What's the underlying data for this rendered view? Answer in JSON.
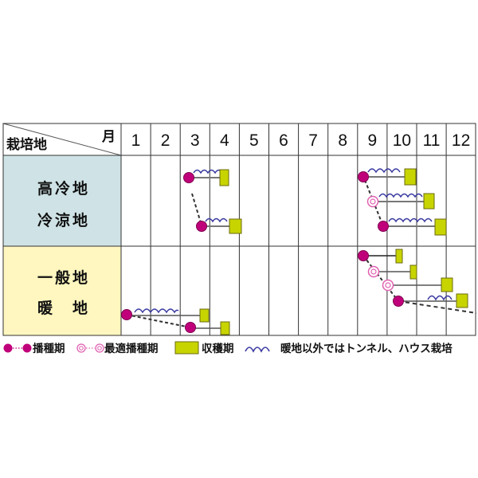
{
  "header": {
    "corner_left": "栽培地",
    "corner_right": "月",
    "months": [
      "1",
      "2",
      "3",
      "4",
      "5",
      "6",
      "7",
      "8",
      "9",
      "10",
      "11",
      "12"
    ]
  },
  "regions": [
    {
      "lines": [
        "高冷地",
        "冷涼地"
      ],
      "bg": "#cfe3e6"
    },
    {
      "lines": [
        "一般地",
        "暖　地"
      ],
      "bg": "#fff7bf"
    }
  ],
  "legend": {
    "sowing": "播種期",
    "optimal_sowing": "最適播種期",
    "harvest": "収穫期",
    "tunnel": "暖地以外ではトンネル、ハウス栽培"
  },
  "colors": {
    "sowing": "#c0007a",
    "optimal_sowing": "#e060b0",
    "harvest": "#c8d400",
    "harvest_border": "#6b6b10",
    "tunnel": "#3a3aa0",
    "line": "#777777",
    "grid": "#333333"
  },
  "chart_data": {
    "type": "table",
    "title": "栽培カレンダー",
    "columns": [
      "1",
      "2",
      "3",
      "4",
      "5",
      "6",
      "7",
      "8",
      "9",
      "10",
      "11",
      "12"
    ],
    "x_unit": "月",
    "rows": [
      {
        "region": "高冷地・冷涼地",
        "entries": [
          {
            "sowing": "3月上旬",
            "sowing_type": "播種期",
            "tunnel": "3月上旬〜4月上旬",
            "harvest": "4月上旬〜中旬"
          },
          {
            "sowing": "3月中旬",
            "sowing_type": "播種期",
            "tunnel": "3月中旬〜4月中旬",
            "harvest": "4月中旬〜下旬"
          },
          {
            "sowing": "9月上旬",
            "sowing_type": "播種期",
            "tunnel": "9月上旬〜10月上旬",
            "harvest": "10月上旬〜中旬"
          },
          {
            "sowing": "9月中旬",
            "sowing_type": "最適播種期",
            "tunnel": "9月中旬〜11月上旬",
            "harvest": "11月上旬〜中旬"
          },
          {
            "sowing": "9月下旬",
            "sowing_type": "播種期",
            "tunnel": "9月下旬〜11月中旬",
            "harvest": "11月中旬〜下旬"
          }
        ]
      },
      {
        "region": "一般地・暖地",
        "entries": [
          {
            "sowing": "1月上旬",
            "sowing_type": "播種期",
            "tunnel": "1月上旬〜2月下旬",
            "harvest": "3月下旬〜4月上旬"
          },
          {
            "sowing": "3月上旬",
            "sowing_type": "播種期",
            "harvest": "4月上旬〜中旬"
          },
          {
            "sowing": "9月上旬",
            "sowing_type": "播種期",
            "harvest": "10月上旬"
          },
          {
            "sowing": "9月中旬",
            "sowing_type": "最適播種期",
            "harvest": "10月中旬"
          },
          {
            "sowing": "9月下旬",
            "sowing_type": "最適播種期",
            "harvest": "11月中旬〜下旬"
          },
          {
            "sowing": "10月上旬",
            "sowing_type": "播種期",
            "tunnel": "11月上旬〜下旬",
            "harvest": "12月上旬〜中旬"
          }
        ]
      }
    ],
    "legend": [
      "播種期",
      "最適播種期",
      "収穫期",
      "暖地以外ではトンネル、ハウス栽培"
    ]
  }
}
